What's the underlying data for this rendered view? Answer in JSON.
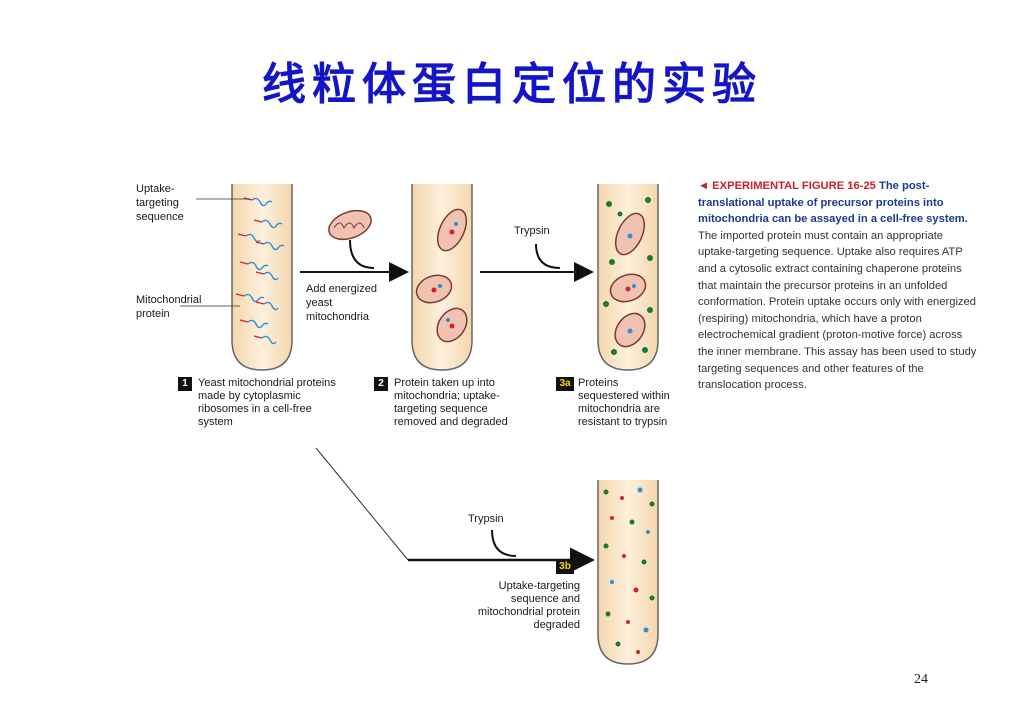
{
  "title": "线粒体蛋白定位的实验",
  "page_number": "24",
  "labels": {
    "uptake_targeting_sequence": [
      "Uptake-",
      "targeting",
      "sequence"
    ],
    "mitochondrial_protein": [
      "Mitochondrial",
      "protein"
    ],
    "add_mitochondria": [
      "Add energized",
      "yeast",
      "mitochondria"
    ],
    "trypsin_top": "Trypsin",
    "trypsin_bottom": "Trypsin"
  },
  "steps": [
    {
      "badge": "1",
      "text": "Yeast mitochondrial proteins made by cytoplasmic ribosomes in a cell-free system"
    },
    {
      "badge": "2",
      "text": "Protein taken up into mitochondria; uptake-targeting sequence removed and degraded"
    },
    {
      "badge": "3a",
      "text": "Proteins sequestered within mitochondria are resistant to trypsin"
    },
    {
      "badge": "3b",
      "text": "Uptake-targeting sequence and mitochondrial protein degraded"
    }
  ],
  "caption": {
    "label": "◄ EXPERIMENTAL FIGURE 16-25",
    "title": " The post-translational uptake of precursor proteins into mitochondria can be assayed in a cell-free system.",
    "body": " The imported protein must contain an appropriate uptake-targeting sequence. Uptake also requires ATP and a cytosolic extract containing chaperone proteins that maintain the precursor proteins in an unfolded conformation. Protein uptake occurs only with energized (respiring) mitochondria, which have a proton electrochemical gradient (proton-motive force) across the inner membrane. This assay has been used to study targeting sequences and other features of the translocation process."
  },
  "colors": {
    "title": "#1414c8",
    "tube_fill": "#fbe8c8",
    "protein_blue": "#2a8fd8",
    "targeting_red": "#d8202a",
    "fragment_green": "#1a7a2a",
    "caption_title": "#1a3c8c",
    "caption_label": "#c8202a"
  }
}
